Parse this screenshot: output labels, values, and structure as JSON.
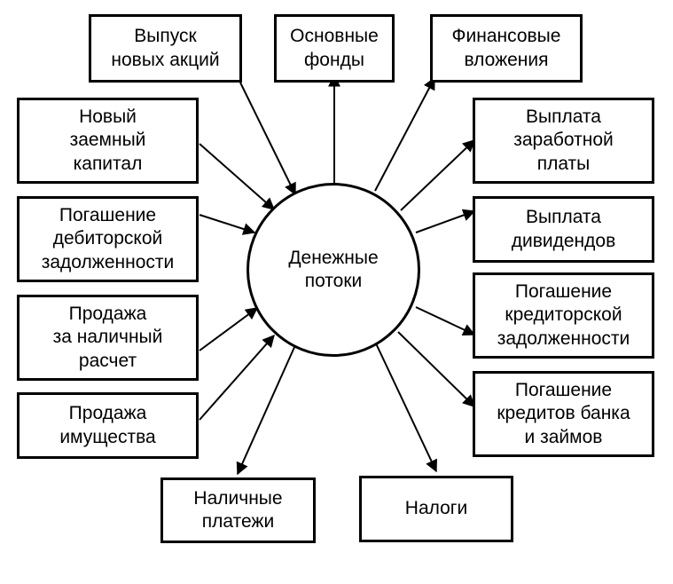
{
  "center": {
    "label": "Денежные\nпотоки"
  },
  "inflows": [
    {
      "id": "new-shares",
      "label": "Выпуск\nновых акций"
    },
    {
      "id": "new-borrowed-capital",
      "label": "Новый\nзаемный\nкапитал"
    },
    {
      "id": "receivables-repayment",
      "label": "Погашение\nдебиторской\nзадолженности"
    },
    {
      "id": "cash-sales",
      "label": "Продажа\nза наличный\nрасчет"
    },
    {
      "id": "property-sale",
      "label": "Продажа\nимущества"
    }
  ],
  "outflows": [
    {
      "id": "fixed-assets",
      "label": "Основные\nфонды"
    },
    {
      "id": "financial-investments",
      "label": "Финансовые\nвложения"
    },
    {
      "id": "salary-payment",
      "label": "Выплата\nзаработной\nплаты"
    },
    {
      "id": "dividend-payment",
      "label": "Выплата\nдивидендов"
    },
    {
      "id": "payables-repayment",
      "label": "Погашение\nкредиторской\nзадолженности"
    },
    {
      "id": "bank-loans-repayment",
      "label": "Погашение\nкредитов банка\nи займов"
    },
    {
      "id": "taxes",
      "label": "Налоги"
    },
    {
      "id": "cash-payments",
      "label": "Наличные\nплатежи"
    }
  ]
}
